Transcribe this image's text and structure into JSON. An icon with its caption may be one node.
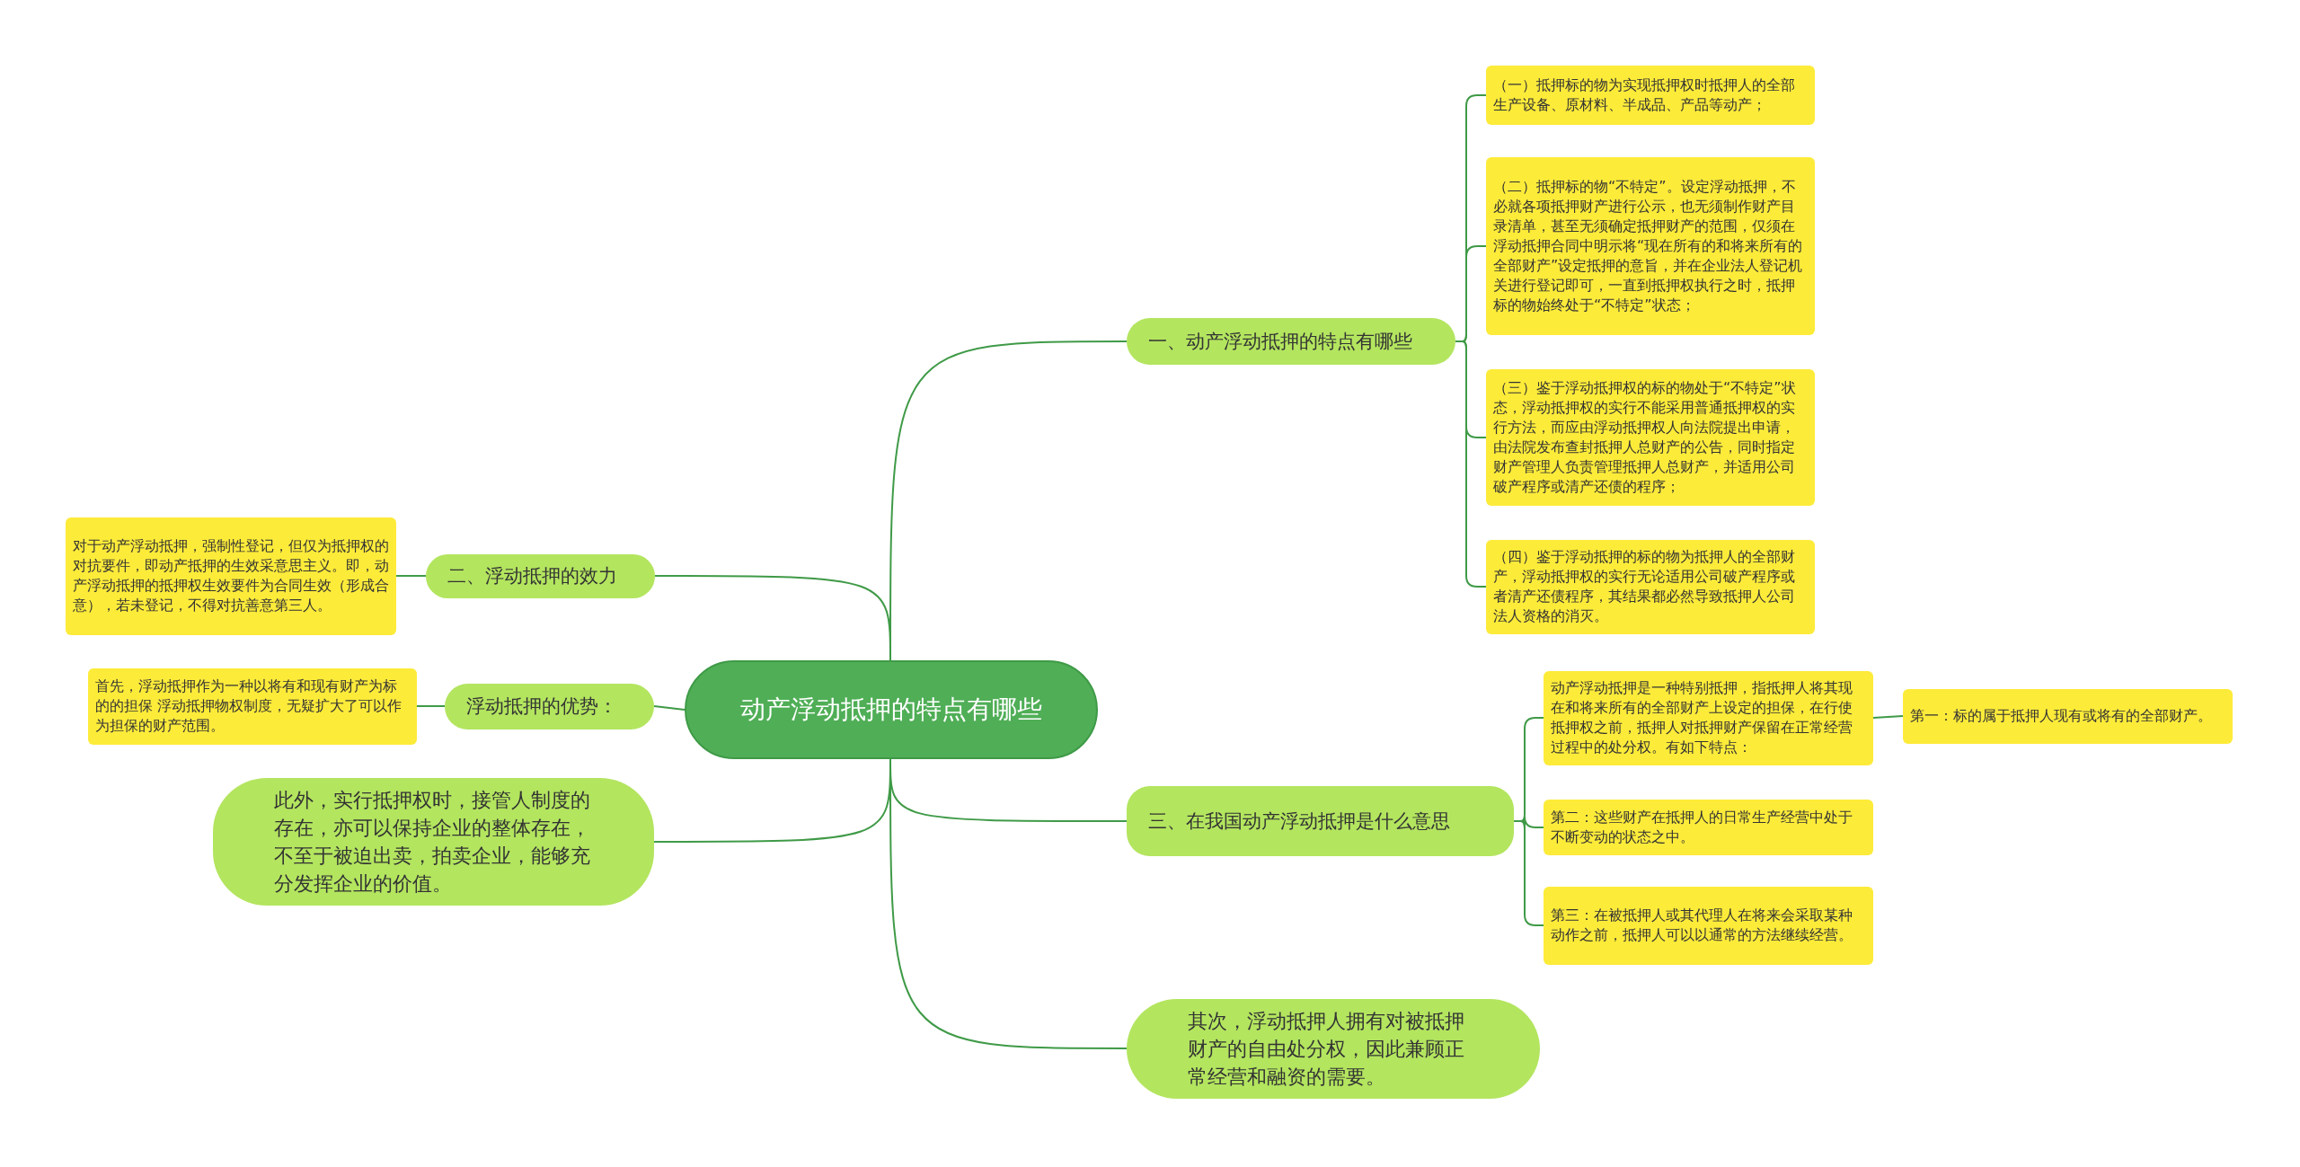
{
  "diagram": {
    "nodes": [
      {
        "text": [
          "动产浮动抵押的特点有哪些"
        ]
      },
      {
        "text": [
          "一、动产浮动抵押的特点有哪些"
        ]
      },
      {
        "text": [
          "（一）抵押标的物为实现抵押权时抵押人的全部生产设备、原材料、半成品、产品等动产；"
        ]
      },
      {
        "text": [
          "（二）抵押标的物“不特定”。设定浮动抵押，不必就各项抵押财产进行公示，也无须制作财产目录清单，甚至无须确定抵押财产的范围，仅须在浮动抵押合同中明示将“现在所有的和将来所有的全部财产”设定抵押的意旨，并在企业法人登记机关进行登记即可，一直到抵押权执行之时，抵押标的物始终处于“不特定”状态；"
        ]
      },
      {
        "text": [
          "（三）鉴于浮动抵押权的标的物处于“不特定”状态，浮动抵押权的实行不能采用普通抵押权的实行方法，而应由浮动抵押权人向法院提出申请，由法院发布查封抵押人总财产的公告，同时指定财产管理人负责管理抵押人总财产，并适用公司破产程序或清产还债的程序；"
        ]
      },
      {
        "text": [
          "（四）鉴于浮动抵押的标的物为抵押人的全部财产，浮动抵押权的实行无论适用公司破产程序或者清产还债程序，其结果都必然导致抵押人公司法人资格的消灭。"
        ]
      },
      {
        "text": [
          "二、浮动抵押的效力"
        ]
      },
      {
        "text": [
          "对于动产浮动抵押，强制性登记，但仅为抵押权的对抗要件，即动产抵押的生效采意思主义。即，动产浮动抵押的抵押权生效要件为合同生效（形成合意），若未登记，不得对抗善意第三人。"
        ]
      },
      {
        "text": [
          "浮动抵押的优势："
        ]
      },
      {
        "text": [
          "首先，浮动抵押作为一种以将有和现有财产为标的的担保 浮动抵押物权制度，无疑扩大了可以作为担保的财产范围。"
        ]
      },
      {
        "text": [
          "此外，实行抵押权时，接管人制度的存在，亦可以保持企业的整体存在，不至于被迫出卖，拍卖企业，能够充分发挥企业的价值。"
        ]
      },
      {
        "text": [
          "三、在我国动产浮动抵押是什么意思"
        ]
      },
      {
        "text": [
          "动产浮动抵押是一种特别抵押，指抵押人将其现在和将来所有的全部财产上设定的担保，在行使抵押权之前，抵押人对抵押财产保留在正常经营过程中的处分权。有如下特点："
        ]
      },
      {
        "text": [
          "第一：标的属于抵押人现有或将有的全部财产。"
        ]
      },
      {
        "text": [
          "第二：这些财产在抵押人的日常生产经营中处于不断变动的状态之中。"
        ]
      },
      {
        "text": [
          "第三：在被抵押人或其代理人在将来会采取某种动作之前，抵押人可以以通常的方法继续经营。"
        ]
      },
      {
        "text": [
          "其次，浮动抵押人拥有对被抵押财产的自由处分权，因此兼顾正常经营和融资的需要。"
        ]
      }
    ],
    "edges": [
      {
        "from": 0,
        "to": 1,
        "arrow": "none"
      },
      {
        "from": 1,
        "to": 2,
        "arrow": "none"
      },
      {
        "from": 1,
        "to": 3,
        "arrow": "none"
      },
      {
        "from": 1,
        "to": 4,
        "arrow": "none"
      },
      {
        "from": 1,
        "to": 5,
        "arrow": "none"
      },
      {
        "from": 0,
        "to": 6,
        "arrow": "none"
      },
      {
        "from": 6,
        "to": 7,
        "arrow": "none"
      },
      {
        "from": 0,
        "to": 8,
        "arrow": "none"
      },
      {
        "from": 8,
        "to": 9,
        "arrow": "none"
      },
      {
        "from": 0,
        "to": 10,
        "arrow": "none"
      },
      {
        "from": 0,
        "to": 11,
        "arrow": "none"
      },
      {
        "from": 11,
        "to": 12,
        "arrow": "none"
      },
      {
        "from": 12,
        "to": 13,
        "arrow": "none"
      },
      {
        "from": 11,
        "to": 14,
        "arrow": "none"
      },
      {
        "from": 11,
        "to": 15,
        "arrow": "none"
      },
      {
        "from": 0,
        "to": 16,
        "arrow": "none"
      }
    ]
  }
}
